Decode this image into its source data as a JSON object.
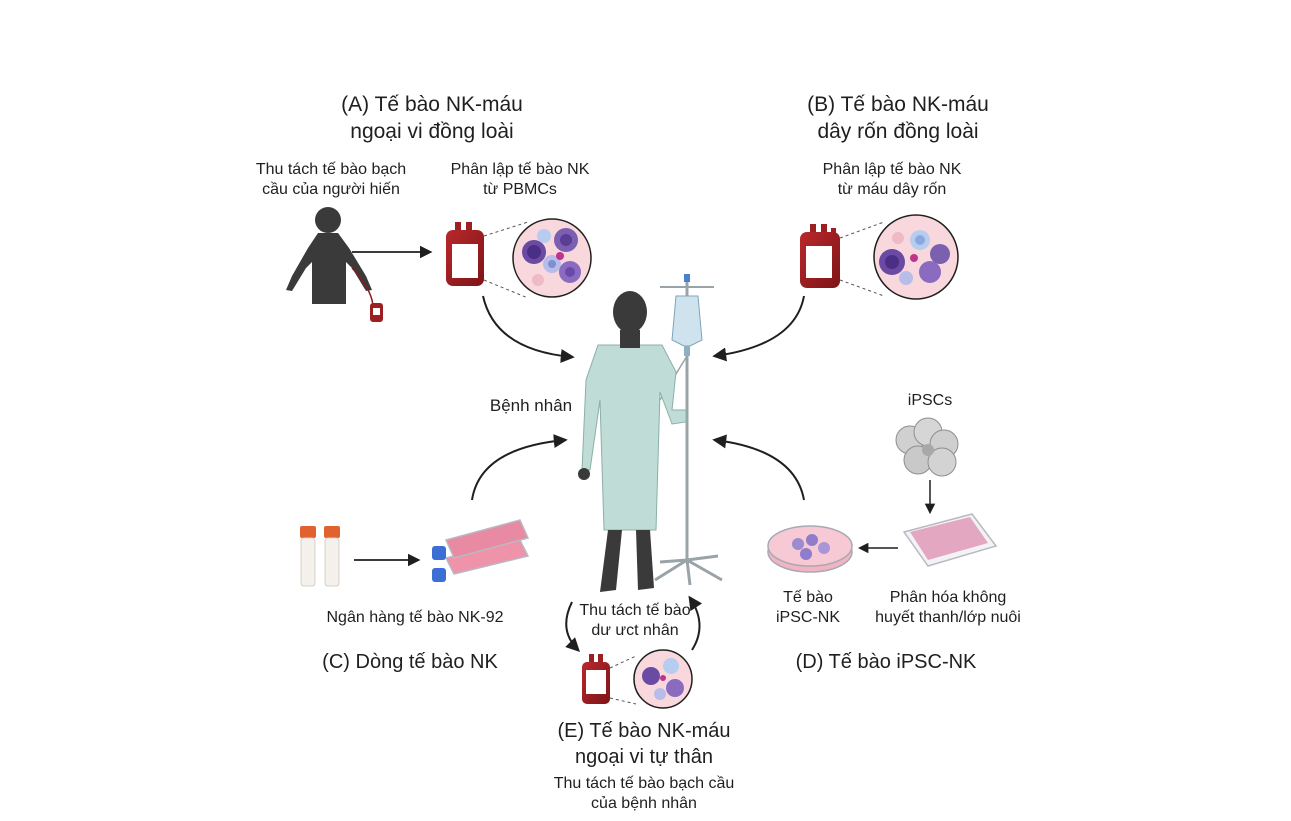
{
  "panel_a": {
    "title_line1": "(A) Tế bào NK-máu",
    "title_line2": "ngoại vi đồng loài",
    "donor_line1": "Thu tách tế bào bạch",
    "donor_line2": "cầu của người hiến",
    "isolate_line1": "Phân lập tế bào NK",
    "isolate_line2": "từ PBMCs"
  },
  "panel_b": {
    "title_line1": "(B) Tế bào NK-máu",
    "title_line2": "dây rốn đồng loài",
    "isolate_line1": "Phân lập tế bào NK",
    "isolate_line2": "từ máu dây rốn"
  },
  "center": {
    "patient_label": "Bệnh nhân"
  },
  "panel_c": {
    "bank_label": "Ngân hàng tế bào NK-92",
    "title": "(C) Dòng tế bào NK"
  },
  "panel_d": {
    "ipsc_label": "iPSCs",
    "cell_line1": "Tế bào",
    "cell_line2": "iPSC-NK",
    "diff_line1": "Phân hóa không",
    "diff_line2": "huyết thanh/lớp nuôi",
    "title": "(D) Tế bào iPSC-NK"
  },
  "panel_e": {
    "collect_line1": "Thu tách tế bào",
    "collect_line2": "dư ưct nhân",
    "title_line1": "(E) Tế bào NK-máu",
    "title_line2": "ngoại vi tự thân",
    "sub_line1": "Thu tách tế bào bạch cầu",
    "sub_line2": "của bệnh nhân"
  },
  "colors": {
    "blood": "#9c1f22",
    "silhouette": "#3a3a3a",
    "gown": "#bfdcd6",
    "cell_bg": "#f8d8dc",
    "flask": "#e98aa3",
    "tube_cap": "#e0632f"
  }
}
